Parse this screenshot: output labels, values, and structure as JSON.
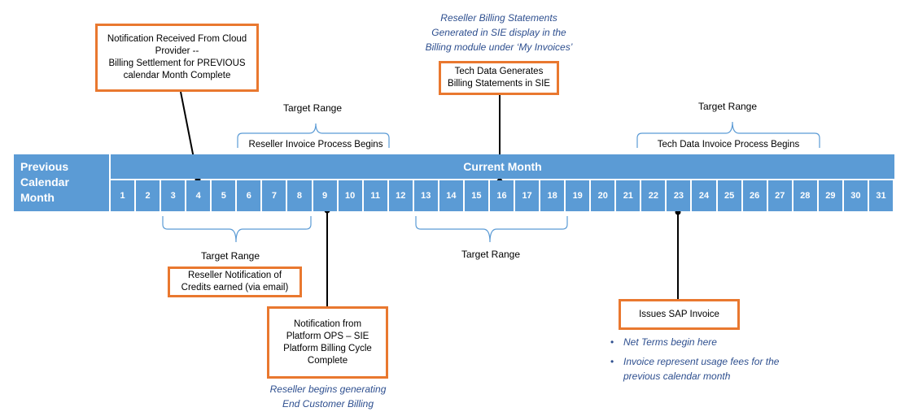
{
  "timeline": {
    "previous_month_label": [
      "Previous",
      "Calendar",
      "Month"
    ],
    "current_month_label": "Current Month",
    "days": [
      "1",
      "2",
      "3",
      "4",
      "5",
      "6",
      "7",
      "8",
      "9",
      "10",
      "11",
      "12",
      "13",
      "14",
      "15",
      "16",
      "17",
      "18",
      "19",
      "20",
      "21",
      "22",
      "23",
      "24",
      "25",
      "26",
      "27",
      "28",
      "29",
      "30",
      "31"
    ]
  },
  "boxes": {
    "cloud_notification": [
      "Notification Received From Cloud",
      "Provider --",
      "Billing Settlement for PREVIOUS",
      "calendar Month Complete"
    ],
    "tech_data_statements": [
      "Tech Data Generates",
      "Billing Statements in SIE"
    ],
    "reseller_credits": [
      "Reseller Notification of",
      "Credits earned (via email)"
    ],
    "platform_ops": [
      "Notification from",
      "Platform OPS  – SIE",
      "Platform Billing Cycle",
      "Complete"
    ],
    "sap_invoice": [
      "Issues SAP Invoice"
    ]
  },
  "ranges": {
    "top_left_title": "Target Range",
    "top_left_label": "Reseller Invoice Process Begins",
    "top_right_title": "Target Range",
    "top_right_label": "Tech Data Invoice Process Begins",
    "bottom_left_title": "Target Range",
    "bottom_mid_title": "Target Range"
  },
  "notes": {
    "reseller_statements": [
      "Reseller Billing Statements",
      "Generated in SIE display in the",
      "Billing module under ‘My Invoices’"
    ],
    "reseller_end_customer": [
      "Reseller begins generating",
      "End Customer Billing"
    ],
    "sap_bullets": [
      [
        "Net Terms begin here"
      ],
      [
        "Invoice represent usage fees for the",
        "previous calendar month"
      ]
    ]
  },
  "colors": {
    "timeline_blue": "#5B9BD5",
    "box_border_orange": "#E9782F",
    "note_text_blue": "#2E4F8F",
    "brace_blue": "#5B9BD5"
  }
}
